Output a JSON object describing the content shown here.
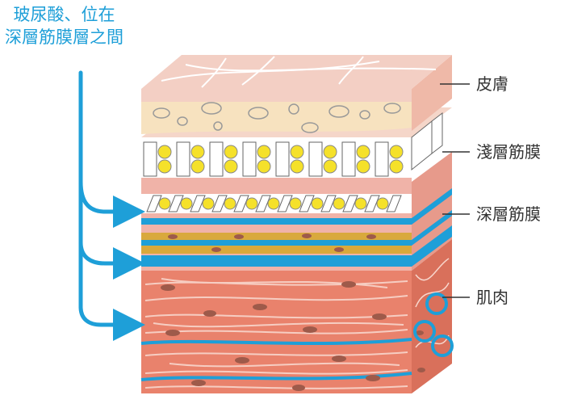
{
  "caption": {
    "line1": "玻尿酸、位在",
    "line2": "深層筋膜層之間"
  },
  "labels": {
    "skin": "皮膚",
    "superficial_fascia": "淺層筋膜",
    "deep_fascia": "深層筋膜",
    "muscle": "肌肉"
  },
  "colors": {
    "accent_blue": "#1e9fd8",
    "skin_pink": "#f3cfc4",
    "skin_cream": "#f7e2bf",
    "fascia_pink": "#f0b3a8",
    "hyaluronic_yellow": "#f5e12a",
    "deep_fascia_gold": "#d9a93c",
    "muscle_red": "#e9826c",
    "muscle_spot": "#9e5a4a"
  }
}
